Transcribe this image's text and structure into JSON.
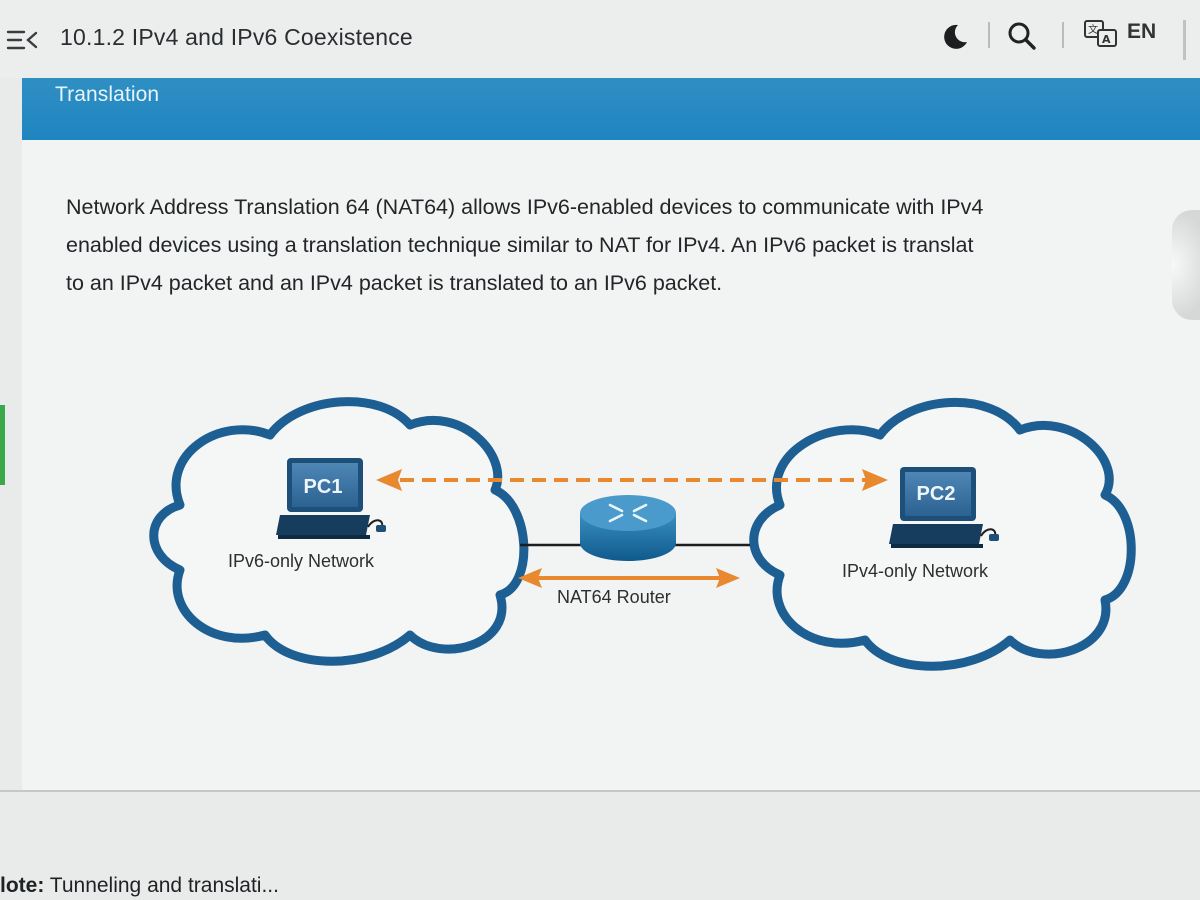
{
  "header": {
    "course_title": "10.1.2 IPv4 and IPv6 Coexistence",
    "language": "EN",
    "icons": [
      "menu-collapse-icon",
      "moon-icon",
      "search-icon",
      "translate-icon"
    ]
  },
  "section": {
    "title": "Translation",
    "accent_color": "#2189c2"
  },
  "paragraph": {
    "line1": "Network Address Translation 64 (NAT64) allows IPv6-enabled devices to communicate with IPv4",
    "line2": "enabled devices using a translation technique similar to NAT for IPv4. An IPv6 packet is translat",
    "line3": "to an IPv4 packet and an IPv4 packet is translated to an IPv6 packet."
  },
  "diagram": {
    "pc1_label": "PC1",
    "pc2_label": "PC2",
    "left_network": "IPv6-only Network",
    "right_network": "IPv4-only Network",
    "router_label": "NAT64 Router",
    "arrow_color": "#e8892f",
    "cloud_color": "#1d5f93"
  },
  "footer": {
    "note_prefix": "lote:",
    "note_text": " Tunneling and translati..."
  }
}
